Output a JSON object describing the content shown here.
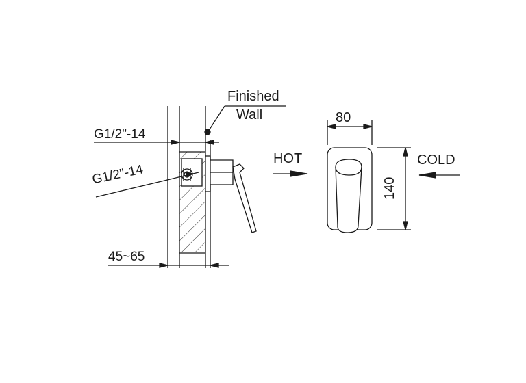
{
  "side_view": {
    "finished_label": "Finished",
    "wall_label": "Wall",
    "thread_top": "G1/2\"-14",
    "thread_angled": "G1/2\"-14",
    "depth_range": "45~65"
  },
  "front_view": {
    "width": "80",
    "height": "140",
    "hot_label": "HOT",
    "cold_label": "COLD"
  }
}
